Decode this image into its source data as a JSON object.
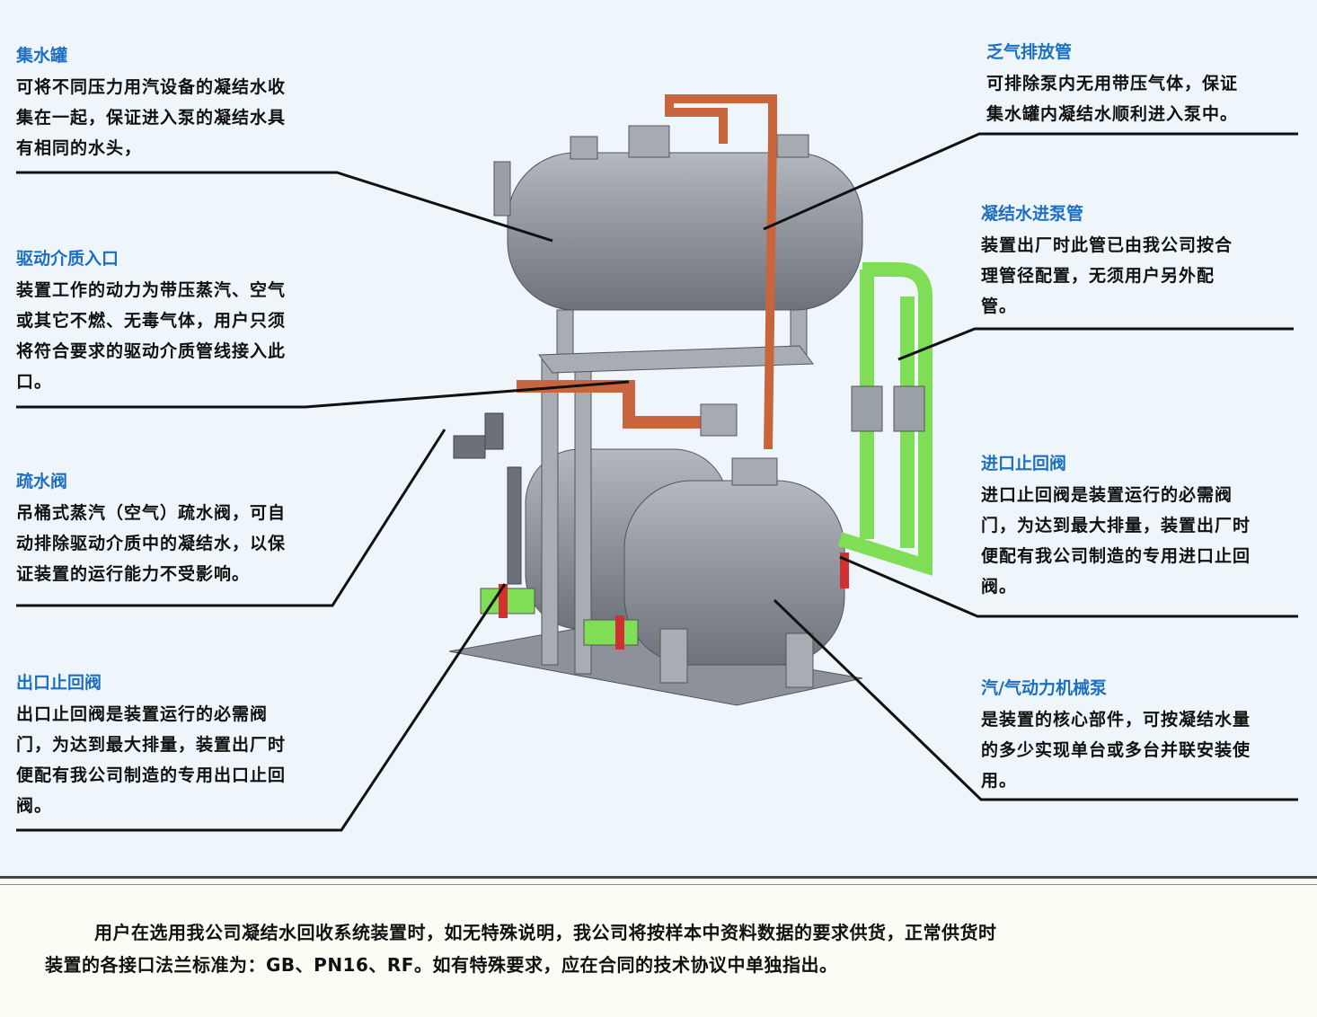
{
  "callouts": {
    "collector_tank": {
      "title": "集水罐",
      "lines": [
        "可将不同压力用汽设备的凝结水收",
        "集在一起，保证进入泵的凝结水具",
        "有相同的水头，"
      ]
    },
    "drive_inlet": {
      "title": "驱动介质入口",
      "lines": [
        "装置工作的动力为带压蒸汽、空气",
        "或其它不燃、无毒气体，用户只须",
        "将符合要求的驱动介质管线接入此",
        "口。"
      ]
    },
    "steam_trap": {
      "title": "疏水阀",
      "lines": [
        "吊桶式蒸汽（空气）疏水阀，可自",
        "动排除驱动介质中的凝结水，以保",
        "证装置的运行能力不受影响。"
      ]
    },
    "outlet_check_valve": {
      "title": "出口止回阀",
      "lines": [
        "出口止回阀是装置运行的必需阀",
        "门，为达到最大排量，装置出厂时",
        "便配有我公司制造的专用出口止回",
        "阀。"
      ]
    },
    "exhaust_pipe": {
      "title": "乏气排放管",
      "lines": [
        "可排除泵内无用带压气体，保证",
        "集水罐内凝结水顺利进入泵中。"
      ]
    },
    "inlet_pipe": {
      "title": "凝结水进泵管",
      "lines": [
        "装置出厂时此管已由我公司按合",
        "理管径配置，无须用户另外配",
        "管。"
      ]
    },
    "inlet_check_valve": {
      "title": "进口止回阀",
      "lines": [
        "进口止回阀是装置运行的必需阀",
        "门，为达到最大排量，装置出厂时",
        "便配有我公司制造的专用进口止回",
        "阀。"
      ]
    },
    "pump": {
      "title": "汽/气动力机械泵",
      "lines": [
        "是装置的核心部件，可按凝结水量",
        "的多少实现单台或多台并联安装使",
        "用。"
      ]
    }
  },
  "footer": {
    "line1": "用户在选用我公司凝结水回收系统装置时，如无特殊说明，我公司将按样本中资料数据的要求供货，正常供货时",
    "line2": "装置的各接口法兰标准为：GB、PN16、RF。如有特殊要求，应在合同的技术协议中单独指出。"
  },
  "colors": {
    "title": "#1f6fc0",
    "steel": "#8d9199",
    "steam_pipe": "#c9653d",
    "water_pipe": "#7fde55",
    "background": "#eef6fb"
  }
}
